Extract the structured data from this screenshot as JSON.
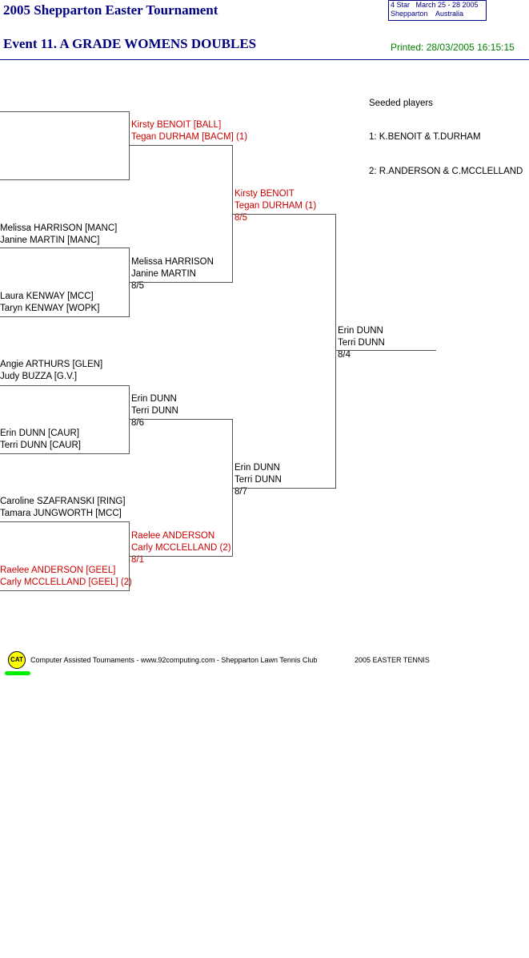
{
  "header": {
    "tournament_title": "2005 Shepparton Easter Tournament",
    "event_title": "Event 11. A GRADE WOMENS DOUBLES",
    "info_line1": "4 Star   March 25 - 28 2005",
    "info_line2": "Shepparton    Australia",
    "printed": "Printed: 28/03/2005 16:15:15"
  },
  "round1": [
    {
      "p1": "",
      "p2": ""
    },
    {
      "p1": "",
      "p2": ""
    },
    {
      "p1": "Melissa HARRISON [MANC]",
      "p2": "Janine MARTIN [MANC]"
    },
    {
      "p1": "Laura KENWAY [MCC]",
      "p2": "Taryn KENWAY [WOPK]"
    },
    {
      "p1": "Angie ARTHURS [GLEN]",
      "p2": "Judy BUZZA [G.V.]"
    },
    {
      "p1": "Erin DUNN [CAUR]",
      "p2": "Terri DUNN [CAUR]"
    },
    {
      "p1": "Caroline SZAFRANSKI [RING]",
      "p2": "Tamara JUNGWORTH [MCC]"
    },
    {
      "p1": "Raelee ANDERSON [GEEL]",
      "p2": "Carly MCCLELLAND [GEEL] (2)"
    }
  ],
  "round2": [
    {
      "p1": "Kirsty BENOIT [BALL]",
      "p2": "Tegan DURHAM [BACM] (1)",
      "score": ""
    },
    {
      "p1": "Melissa HARRISON",
      "p2": "Janine MARTIN",
      "score": "8/5"
    },
    {
      "p1": "Erin DUNN",
      "p2": "Terri DUNN",
      "score": "8/6"
    },
    {
      "p1": "Raelee ANDERSON",
      "p2": "Carly MCCLELLAND (2)",
      "score": "8/1"
    }
  ],
  "round3": [
    {
      "p1": "Kirsty BENOIT",
      "p2": "Tegan DURHAM (1)",
      "score": "8/5"
    },
    {
      "p1": "Erin DUNN",
      "p2": "Terri DUNN",
      "score": "8/7"
    }
  ],
  "final": {
    "p1": "Erin DUNN",
    "p2": "Terri DUNN",
    "score": "8/4"
  },
  "seeds": {
    "heading": "Seeded players",
    "seed1": "1: K.BENOIT & T.DURHAM",
    "seed2": "2: R.ANDERSON & C.MCCLELLAND"
  },
  "footer": {
    "logo_text": "CAT",
    "text": "Computer Assisted Tournaments - www.92computing.com -  Shepparton Lawn Tennis Club",
    "right": "2005 EASTER TENNIS"
  },
  "colors": {
    "title": "#000080",
    "seeded": "#cc0000",
    "printed": "#008000"
  }
}
